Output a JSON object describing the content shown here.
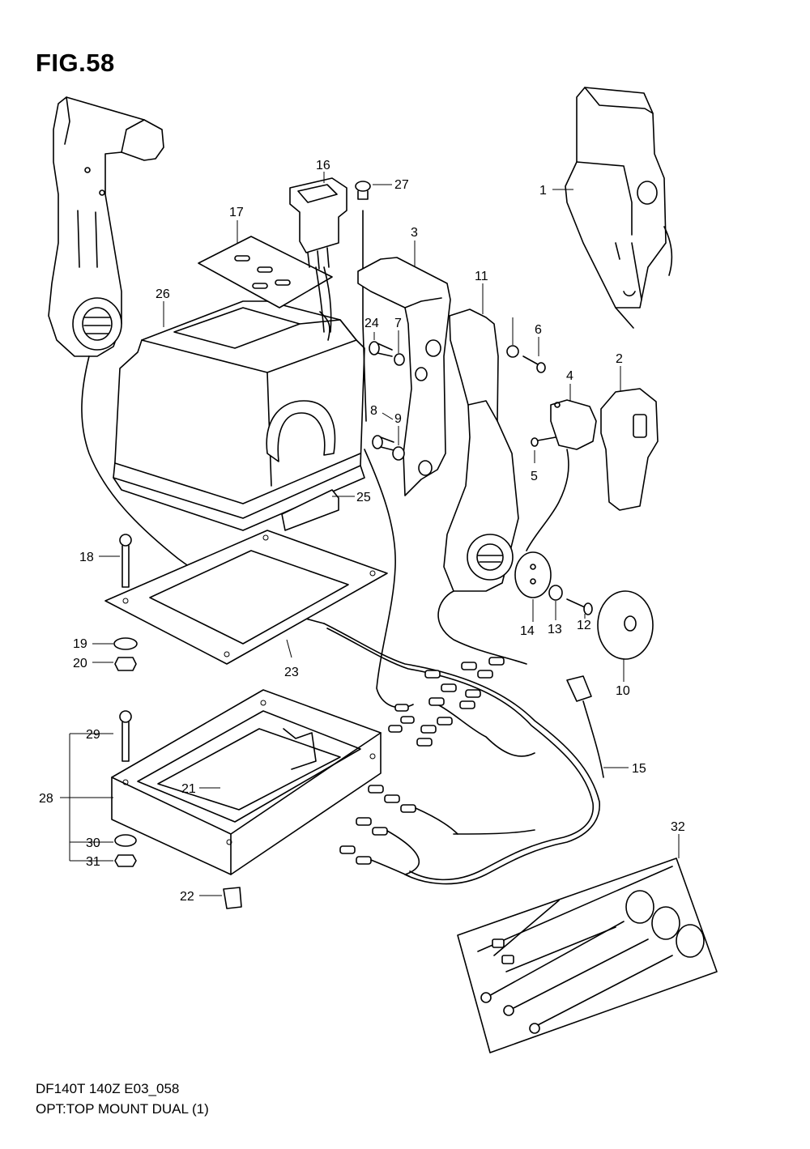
{
  "figure": {
    "title": "FIG.58",
    "model_line": "DF140T 140Z E03_058",
    "subtitle_line": "OPT:TOP MOUNT DUAL (1)"
  },
  "callouts": [
    {
      "id": "1",
      "part": "remote-control-assembly"
    },
    {
      "id": "2",
      "part": "switch-cover"
    },
    {
      "id": "3",
      "part": "lever-bracket"
    },
    {
      "id": "4",
      "part": "switch"
    },
    {
      "id": "5",
      "part": "screw"
    },
    {
      "id": "6",
      "part": "screw"
    },
    {
      "id": "7",
      "part": "washer"
    },
    {
      "id": "8",
      "part": "bolt"
    },
    {
      "id": "9",
      "part": "washer"
    },
    {
      "id": "10",
      "part": "cap"
    },
    {
      "id": "11",
      "part": "lever-bracket"
    },
    {
      "id": "12",
      "part": "screw"
    },
    {
      "id": "13",
      "part": "washer"
    },
    {
      "id": "14",
      "part": "plate"
    },
    {
      "id": "15",
      "part": "wiring-harness"
    },
    {
      "id": "16",
      "part": "rocker-switch"
    },
    {
      "id": "17",
      "part": "plate"
    },
    {
      "id": "18",
      "part": "screw"
    },
    {
      "id": "19",
      "part": "washer"
    },
    {
      "id": "20",
      "part": "nut"
    },
    {
      "id": "21",
      "part": "clip"
    },
    {
      "id": "22",
      "part": "clip"
    },
    {
      "id": "23",
      "part": "gasket"
    },
    {
      "id": "24",
      "part": "bolt"
    },
    {
      "id": "25",
      "part": "cover"
    },
    {
      "id": "26",
      "part": "housing-cover"
    },
    {
      "id": "27",
      "part": "screw"
    },
    {
      "id": "28",
      "part": "base-set"
    },
    {
      "id": "29",
      "part": "screw"
    },
    {
      "id": "30",
      "part": "washer"
    },
    {
      "id": "31",
      "part": "nut"
    },
    {
      "id": "32",
      "part": "tie-set"
    }
  ]
}
